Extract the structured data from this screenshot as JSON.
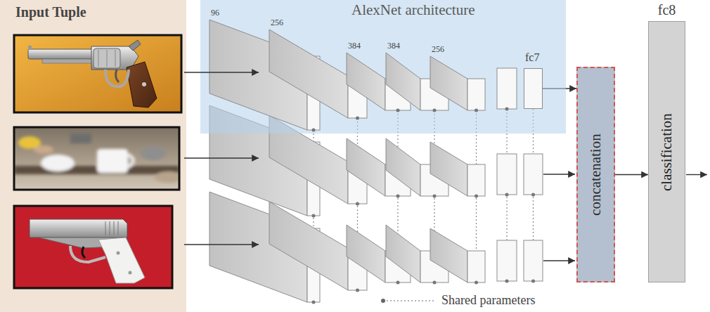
{
  "diagram": {
    "nodes": [
      {
        "text": [
          "AlexNet architecture"
        ]
      },
      {
        "text": [
          "96"
        ],
        "in": 0
      },
      {
        "text": [
          "256"
        ],
        "in": 0
      },
      {
        "text": [
          "384"
        ],
        "in": 0
      },
      {
        "text": [
          "384"
        ],
        "in": 0
      },
      {
        "text": [
          "256"
        ],
        "in": 0
      },
      {
        "text": [
          "fc7"
        ],
        "in": 0
      },
      {
        "text": [
          "concatenation"
        ]
      },
      {
        "text": [
          "fc8",
          "classification"
        ]
      }
    ],
    "edges": [
      {
        "from": 6,
        "to": 7,
        "arrow": "to"
      },
      {
        "from": 7,
        "to": 8,
        "arrow": "to"
      }
    ],
    "labels": [
      "Input Tuple"
    ],
    "legend": [
      {
        "text": "Shared parameters"
      }
    ]
  }
}
